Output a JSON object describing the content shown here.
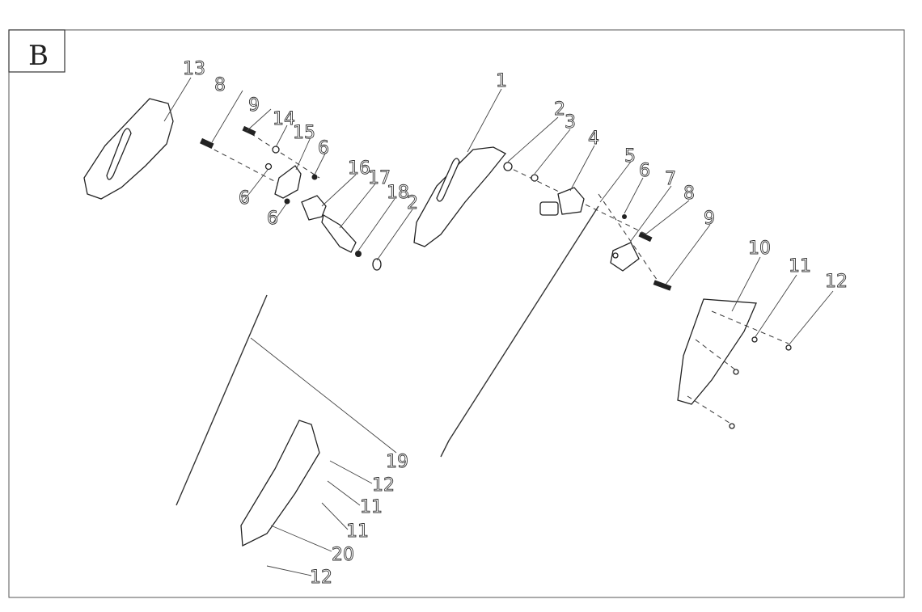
{
  "section_letter": "B",
  "callouts": [
    "13",
    "8",
    "9",
    "14",
    "15",
    "6",
    "6",
    "6",
    "16",
    "17",
    "18",
    "2",
    "1",
    "2",
    "3",
    "4",
    "5",
    "6",
    "7",
    "8",
    "9",
    "10",
    "11",
    "12",
    "19",
    "12",
    "11",
    "11",
    "20",
    "12"
  ]
}
